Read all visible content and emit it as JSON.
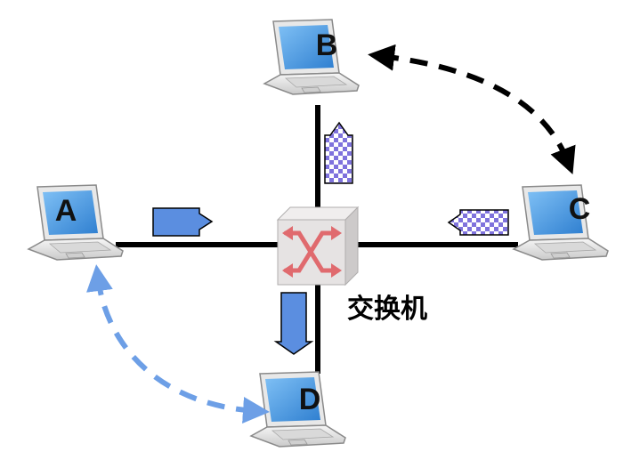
{
  "switch": {
    "label": "交换机"
  },
  "laptops": {
    "a": {
      "label": "A"
    },
    "b": {
      "label": "B"
    },
    "c": {
      "label": "C"
    },
    "d": {
      "label": "D"
    }
  },
  "colors": {
    "cable": "#000000",
    "screen": "#4a9be0",
    "switch_body": "#e6e3e3",
    "switch_arrows": "#e06a6e",
    "frame_arrow": "#5b8ee0",
    "checker_a": "#7f73dd",
    "checker_b": "#ffffff",
    "link_black": "#000000",
    "link_blue": "#6d9fe6"
  }
}
